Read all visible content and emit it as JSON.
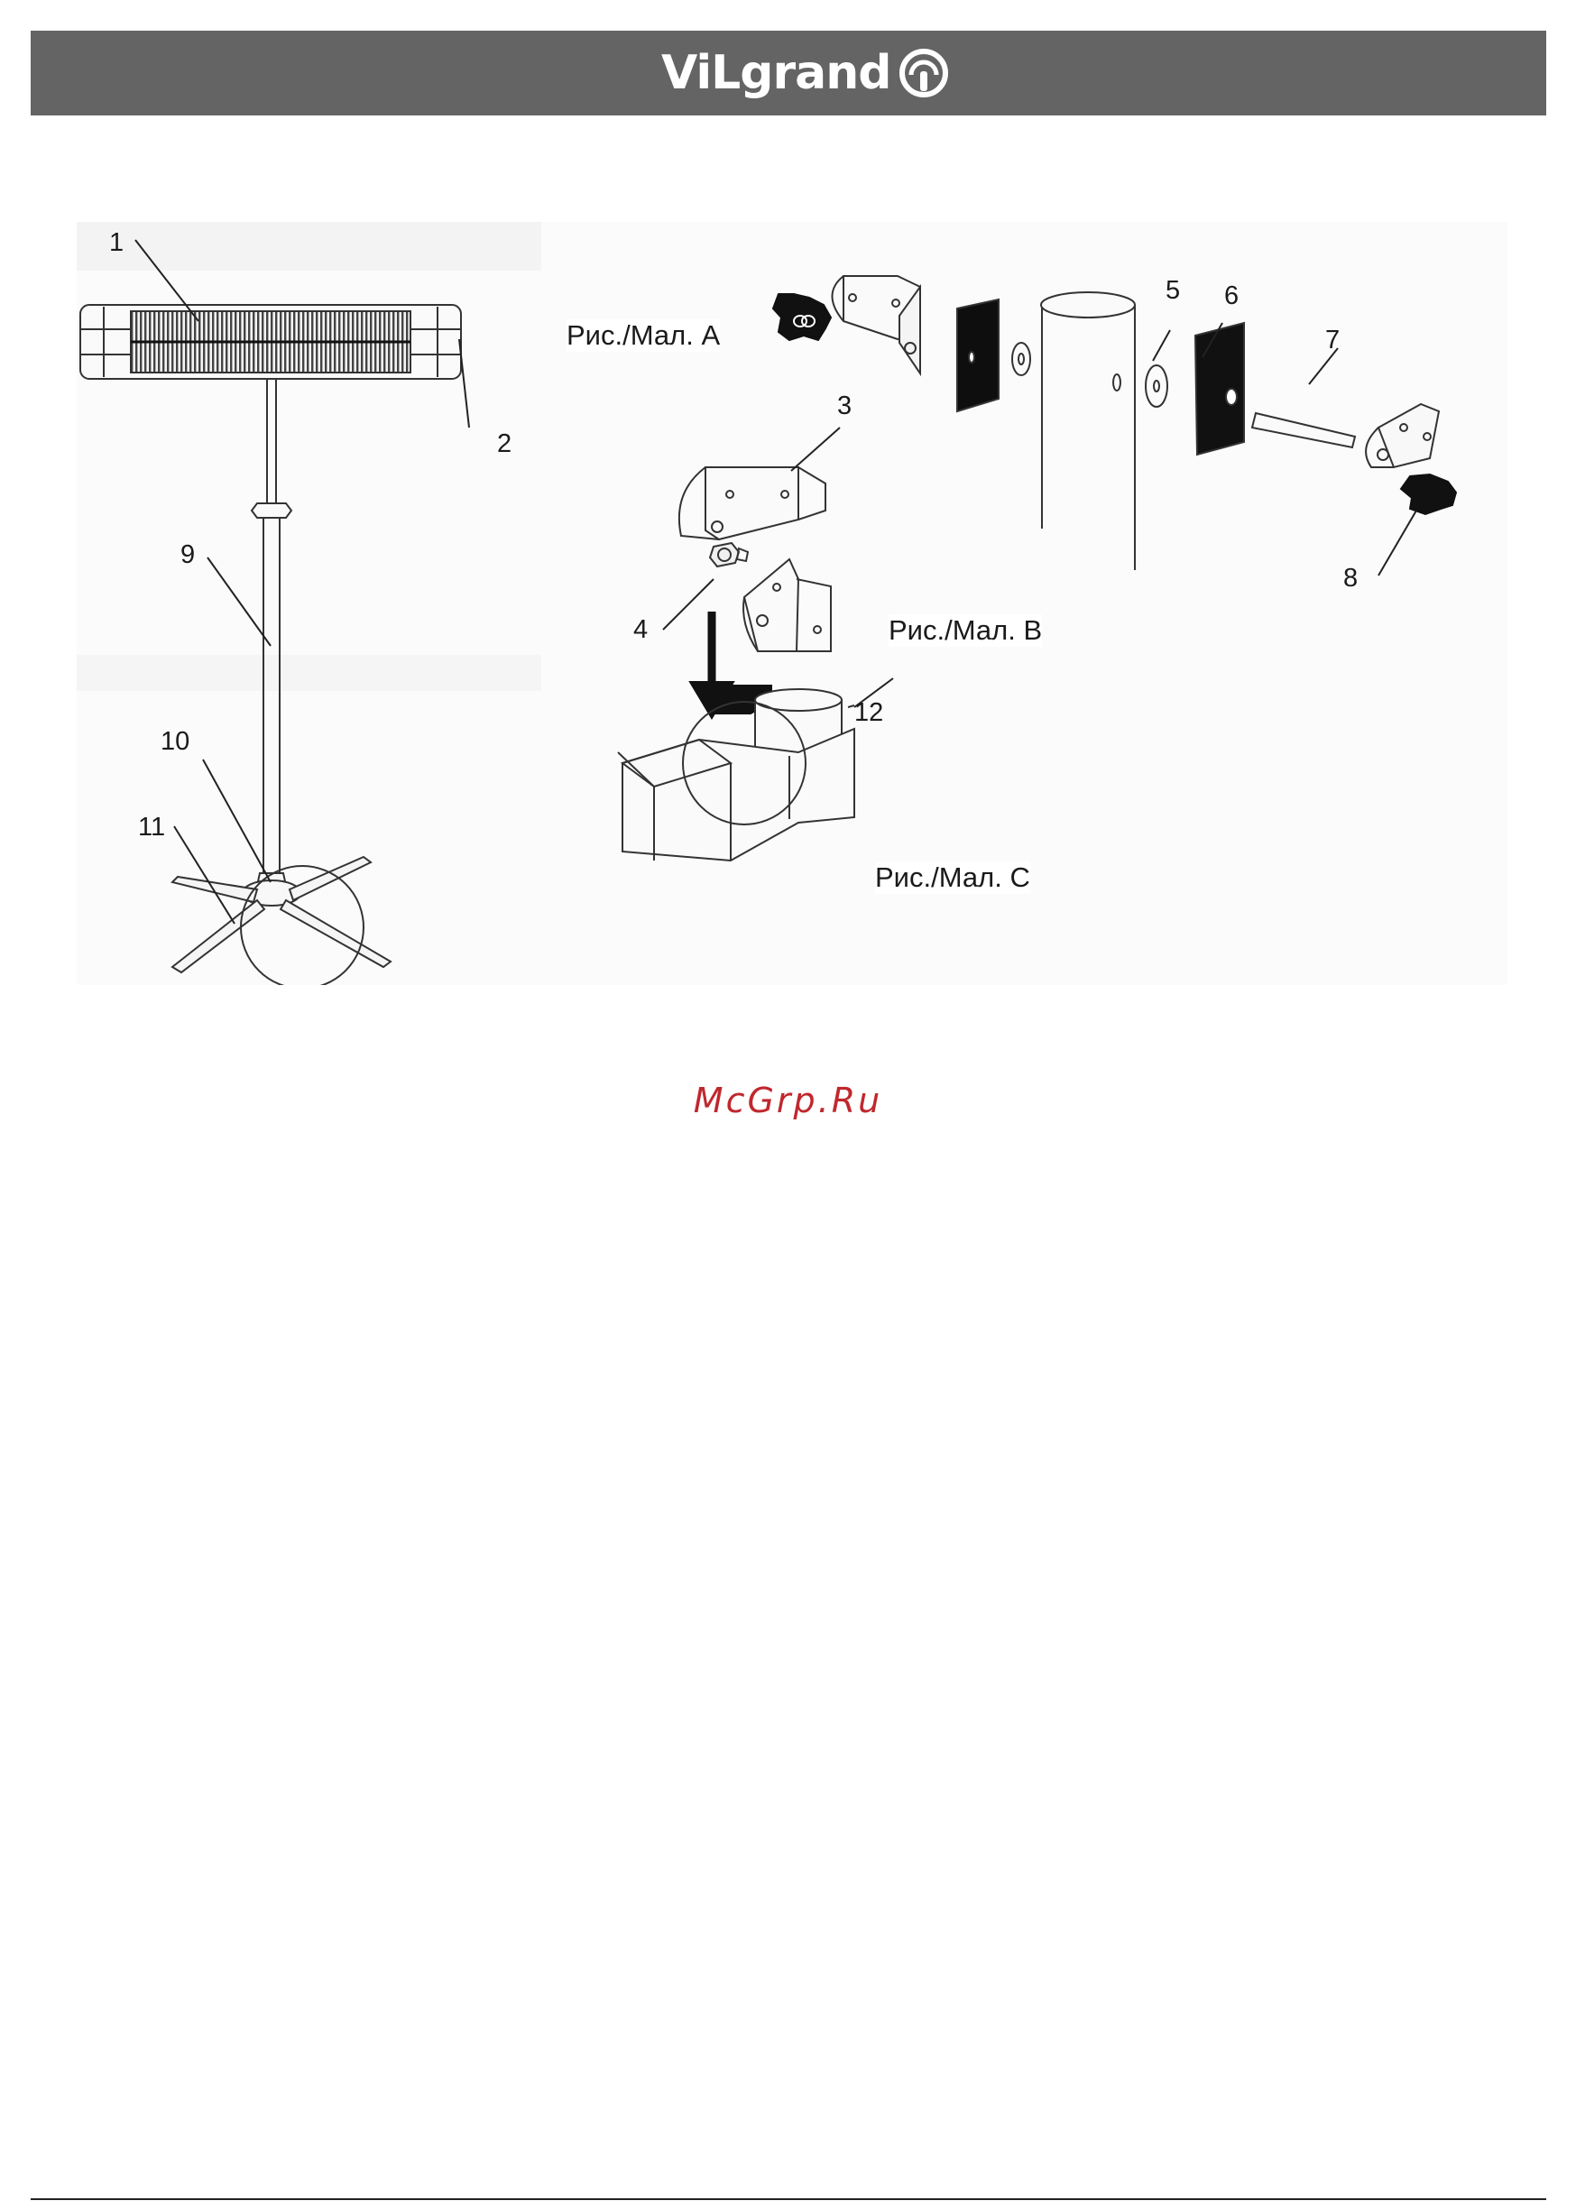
{
  "header": {
    "brand": "ViLgrand",
    "background": "#656464",
    "icon": "brand-mark-icon"
  },
  "figure": {
    "captions": {
      "a": "Рис./Мал. A",
      "b": "Рис./Мал. B",
      "c": "Рис./Мал. C"
    },
    "callouts": [
      "1",
      "2",
      "3",
      "4",
      "5",
      "6",
      "7",
      "8",
      "9",
      "10",
      "11",
      "12"
    ]
  },
  "watermark": {
    "text": "McGrp.Ru",
    "color": "#c0272d"
  }
}
